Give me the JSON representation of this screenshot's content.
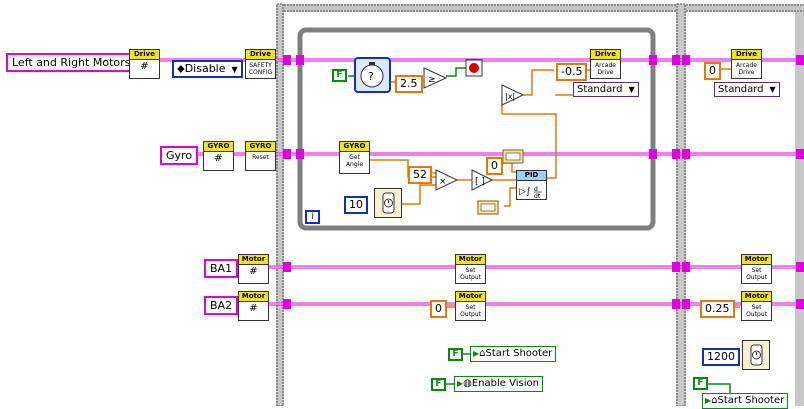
{
  "controls": {
    "left_right_motors": "Left and Right Motors",
    "gyro": "Gyro",
    "ba1": "BA1",
    "ba2": "BA2"
  },
  "refs": {
    "drive_ref": "Drive",
    "gyro_ref": "GYRO",
    "motor_ref_1": "Motor",
    "motor_ref_2": "Motor",
    "ref_glyph": "#"
  },
  "vis": {
    "safety_config": {
      "header": "Drive",
      "body": "SAFETY CONFIG"
    },
    "gyro_reset": {
      "header": "GYRO",
      "body": "Reset"
    },
    "gyro_get_angle": {
      "header": "GYRO",
      "body": "Get Angle"
    },
    "arcade_drive_1": {
      "header": "Drive",
      "body": "Arcade Drive"
    },
    "arcade_drive_2": {
      "header": "Drive",
      "body": "Arcade Drive"
    },
    "motor_set_1": {
      "header": "Motor",
      "body": "Set Output"
    },
    "motor_set_2": {
      "header": "Motor",
      "body": "Set Output"
    },
    "motor_set_3": {
      "header": "Motor",
      "body": "Set Output"
    },
    "motor_set_4": {
      "header": "Motor",
      "body": "Set Output"
    },
    "pid": {
      "header": "PID"
    }
  },
  "enums": {
    "disable": "Disable",
    "standard_1": "Standard",
    "standard_2": "Standard"
  },
  "constants": {
    "time_2_5": "2.5",
    "neg_0_5": "-0.5",
    "zero_arcade": "0",
    "num_52": "52",
    "pid_zero": "0",
    "wait_10": "10",
    "motor_zero": "0",
    "motor_025": "0.25",
    "wait_1200": "1200",
    "bool_f1": "F",
    "bool_f2": "F",
    "bool_f3": "F",
    "bool_f4": "F"
  },
  "commands": {
    "start_shooter_1": "Start Shooter",
    "enable_vision": "Enable Vision",
    "start_shooter_2": "Start Shooter"
  },
  "loop": {
    "iteration": "i"
  },
  "colors": {
    "refnum_wire": "#e000e0",
    "numeric_wire": "#e87800",
    "boolean_wire": "#0a8a0a",
    "subvi_header": "#f4e21a",
    "loop_frame": "#808080"
  }
}
